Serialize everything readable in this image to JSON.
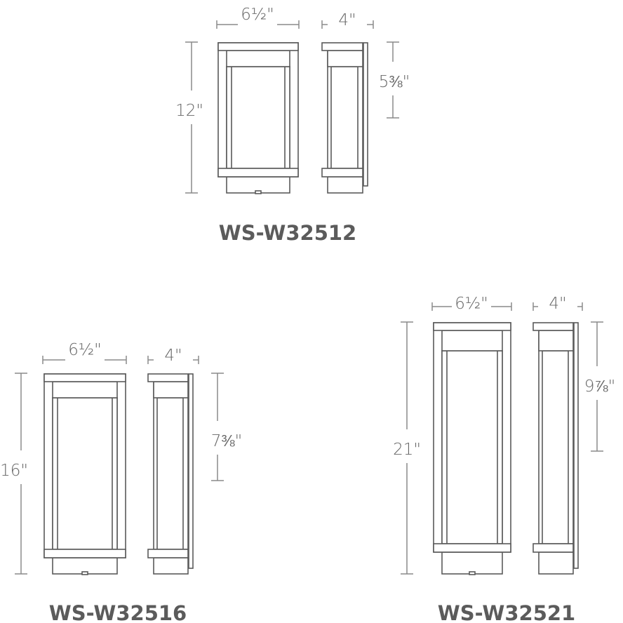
{
  "fixtures": [
    {
      "model": "WS-W32512",
      "width": "6½\"",
      "height": "12\"",
      "depth": "4\"",
      "extension": "5⅜\""
    },
    {
      "model": "WS-W32516",
      "width": "6½\"",
      "height": "16\"",
      "depth": "4\"",
      "extension": "7⅜\""
    },
    {
      "model": "WS-W32521",
      "width": "6½\"",
      "height": "21\"",
      "depth": "4\"",
      "extension": "9⅞\""
    }
  ],
  "colors": {
    "line": "#5a5a5a",
    "dimension": "#8a8a8a",
    "label": "#5b5b5b"
  }
}
